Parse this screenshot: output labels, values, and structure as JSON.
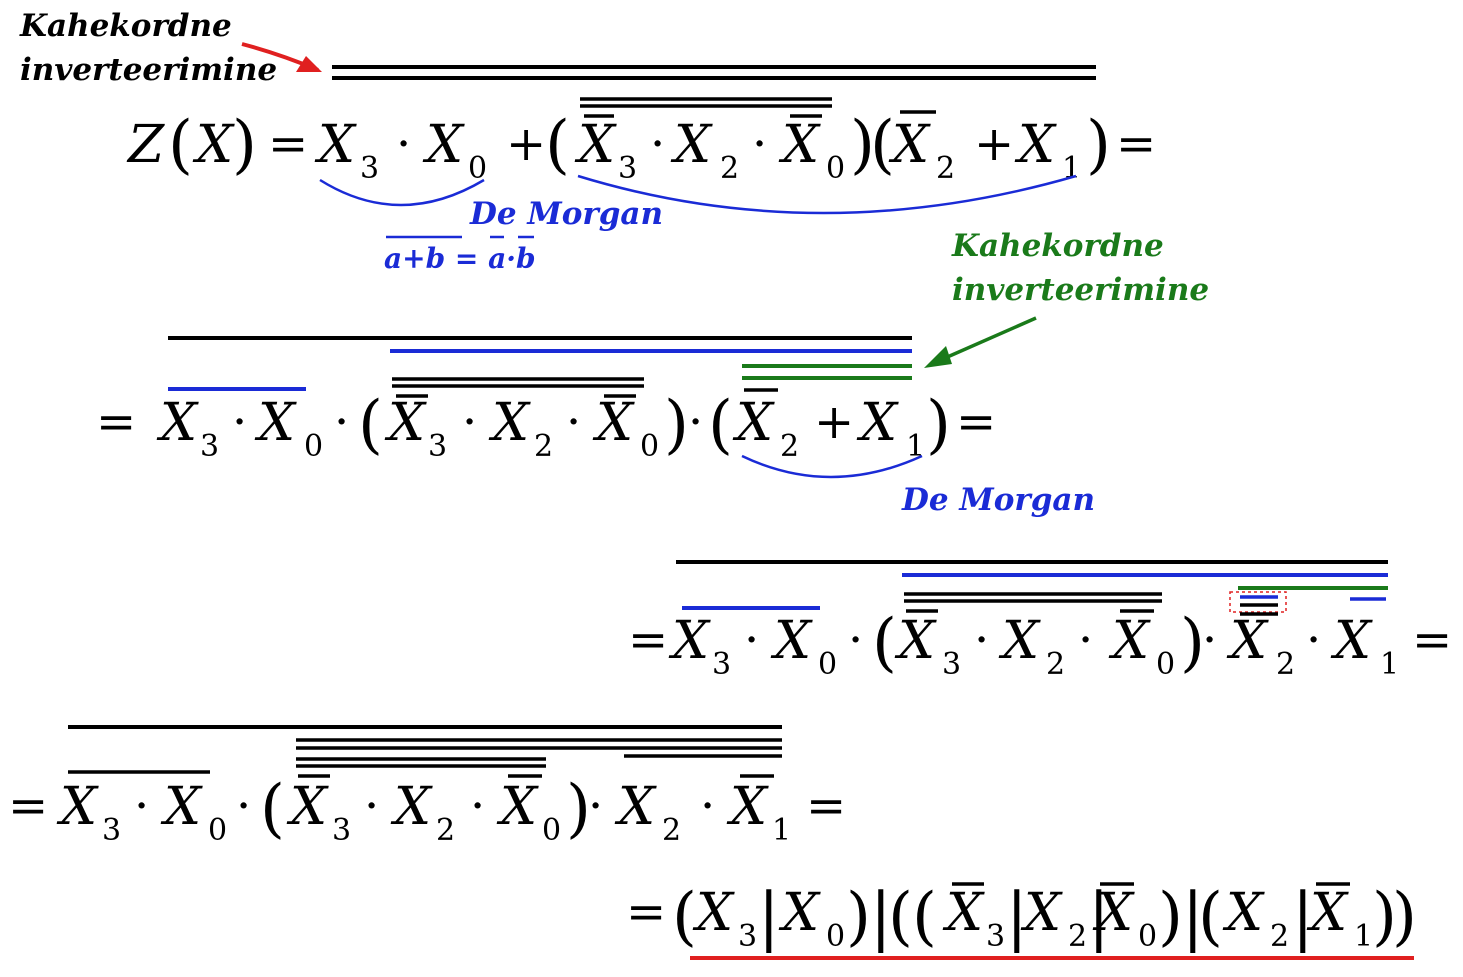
{
  "annotations": {
    "double_inversion_top": {
      "line1": "Kahekordne",
      "line2": "inverteerimine"
    },
    "de_morgan_1": "De Morgan",
    "de_morgan_rule": "a+b = a·b",
    "double_inversion_green": {
      "line1": "Kahekordne",
      "line2": "inverteerimine"
    },
    "de_morgan_2": "De Morgan"
  },
  "symbols": {
    "Z": "Z",
    "X": "X",
    "eq": "=",
    "plus": "+",
    "dot": "·",
    "lparen": "(",
    "rparen": ")",
    "bar": "|",
    "s0": "0",
    "s1": "1",
    "s2": "2",
    "s3": "3"
  },
  "colors": {
    "black": "#000000",
    "red": "#e02020",
    "blue": "#1a2bd6",
    "green": "#1a7a1a"
  }
}
